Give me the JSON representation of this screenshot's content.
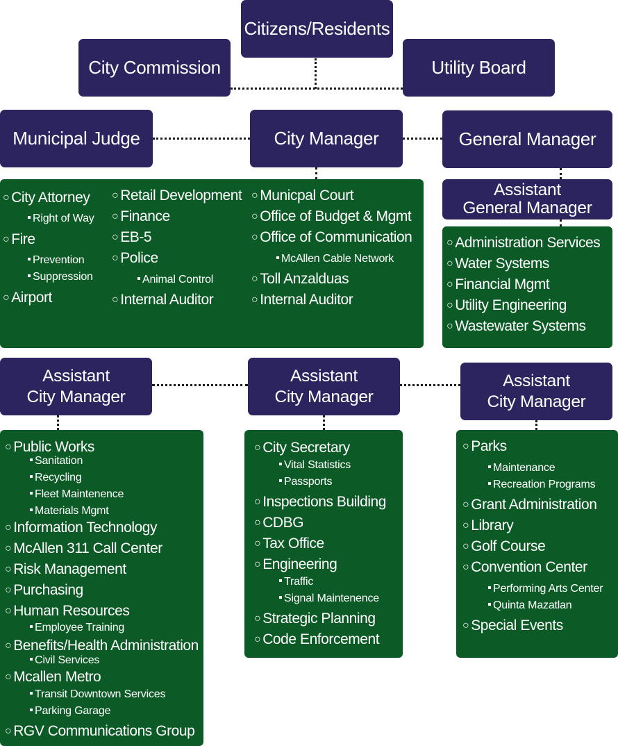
{
  "top": {
    "citizens": "Citizens/Residents",
    "commission": "City Commission",
    "utility_board": "Utility Board"
  },
  "row2": {
    "judge": "Municipal Judge",
    "city_manager": "City Manager",
    "general_manager": "General Manager",
    "asst_general_manager_line1": "Assistant",
    "asst_general_manager_line2": "General Manager"
  },
  "acm": {
    "line1": "Assistant",
    "line2": "City Manager"
  },
  "cm_group": {
    "col1": {
      "city_attorney": "City Attorney",
      "right_of_way": "Right of Way",
      "fire": "Fire",
      "prevention": "Prevention",
      "suppression": "Suppression",
      "airport": "Airport"
    },
    "col2": {
      "retail": "Retail Development",
      "finance": "Finance",
      "eb5": "EB-5",
      "police": "Police",
      "animal_control": "Animal Control",
      "internal_auditor": "Internal Auditor"
    },
    "col3": {
      "court": "Municpal Court",
      "budget": "Office of Budget & Mgmt",
      "communication": "Office of Communication",
      "cable": "McAllen Cable Network",
      "toll": "Toll Anzalduas",
      "internal_auditor": "Internal Auditor"
    }
  },
  "gm_group": {
    "admin": "Administration Services",
    "water": "Water Systems",
    "financial": "Financial Mgmt",
    "utility_eng": "Utility Engineering",
    "wastewater": "Wastewater Systems"
  },
  "acm1_group": {
    "public_works": "Public Works",
    "sanitation": "Sanitation",
    "recycling": "Recycling",
    "fleet": "Fleet Maintenence",
    "materials": "Materials Mgmt",
    "it": "Information Technology",
    "call_center": "McAllen 311 Call Center",
    "risk": "Risk Management",
    "purchasing": "Purchasing",
    "hr": "Human Resources",
    "training": "Employee Training",
    "benefits": "Benefits/Health Administration",
    "civil": "Civil Services",
    "metro": "Mcallen Metro",
    "transit": "Transit Downtown Services",
    "parking": "Parking Garage",
    "rgv": "RGV Communications Group"
  },
  "acm2_group": {
    "secretary": "City Secretary",
    "vital": "Vital Statistics",
    "passports": "Passports",
    "inspections": "Inspections Building",
    "cdbg": "CDBG",
    "tax": "Tax Office",
    "engineering": "Engineering",
    "traffic": "Traffic",
    "signal": "Signal Maintenence",
    "strategic": "Strategic Planning",
    "code": "Code Enforcement"
  },
  "acm3_group": {
    "parks": "Parks",
    "maintenance": "Maintenance",
    "recreation": "Recreation Programs",
    "grant": "Grant Administration",
    "library": "Library",
    "golf": "Golf Course",
    "convention": "Convention Center",
    "performing": "Performing Arts Center",
    "quinta": "Quinta Mazatlan",
    "special": "Special Events"
  },
  "colors": {
    "navy": "#2b245f",
    "green": "#0c5a25",
    "connector": "#1a1a1a"
  }
}
